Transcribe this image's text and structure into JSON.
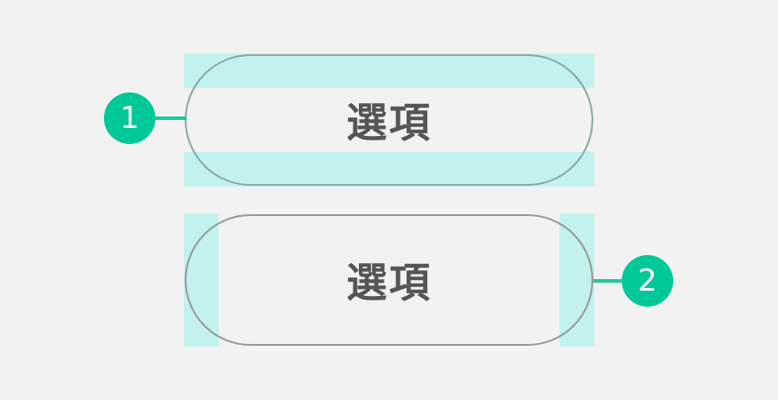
{
  "options": [
    {
      "label": "選項",
      "annotation": "1"
    },
    {
      "label": "選項",
      "annotation": "2"
    }
  ],
  "colors": {
    "background": "#f2f2f2",
    "padding_highlight": "#c2f2ee",
    "pill_border": "#999999",
    "label_text": "#555555",
    "badge": "#00c896"
  }
}
